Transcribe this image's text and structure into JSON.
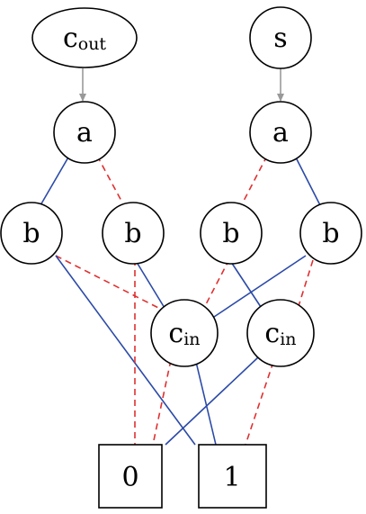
{
  "outputs": {
    "cout": {
      "main": "c",
      "sub": "out"
    },
    "s": {
      "main": "s"
    }
  },
  "nodes": {
    "a_left": {
      "main": "a"
    },
    "a_right": {
      "main": "a"
    },
    "b1": {
      "main": "b"
    },
    "b2": {
      "main": "b"
    },
    "b3": {
      "main": "b"
    },
    "b4": {
      "main": "b"
    },
    "cin_left": {
      "main": "c",
      "sub": "in"
    },
    "cin_right": {
      "main": "c",
      "sub": "in"
    }
  },
  "terminals": {
    "zero": "0",
    "one": "1"
  },
  "colors": {
    "solid_edge": "#2b4aa8",
    "dashed_edge": "#e03030",
    "output_arrow": "#999999"
  }
}
